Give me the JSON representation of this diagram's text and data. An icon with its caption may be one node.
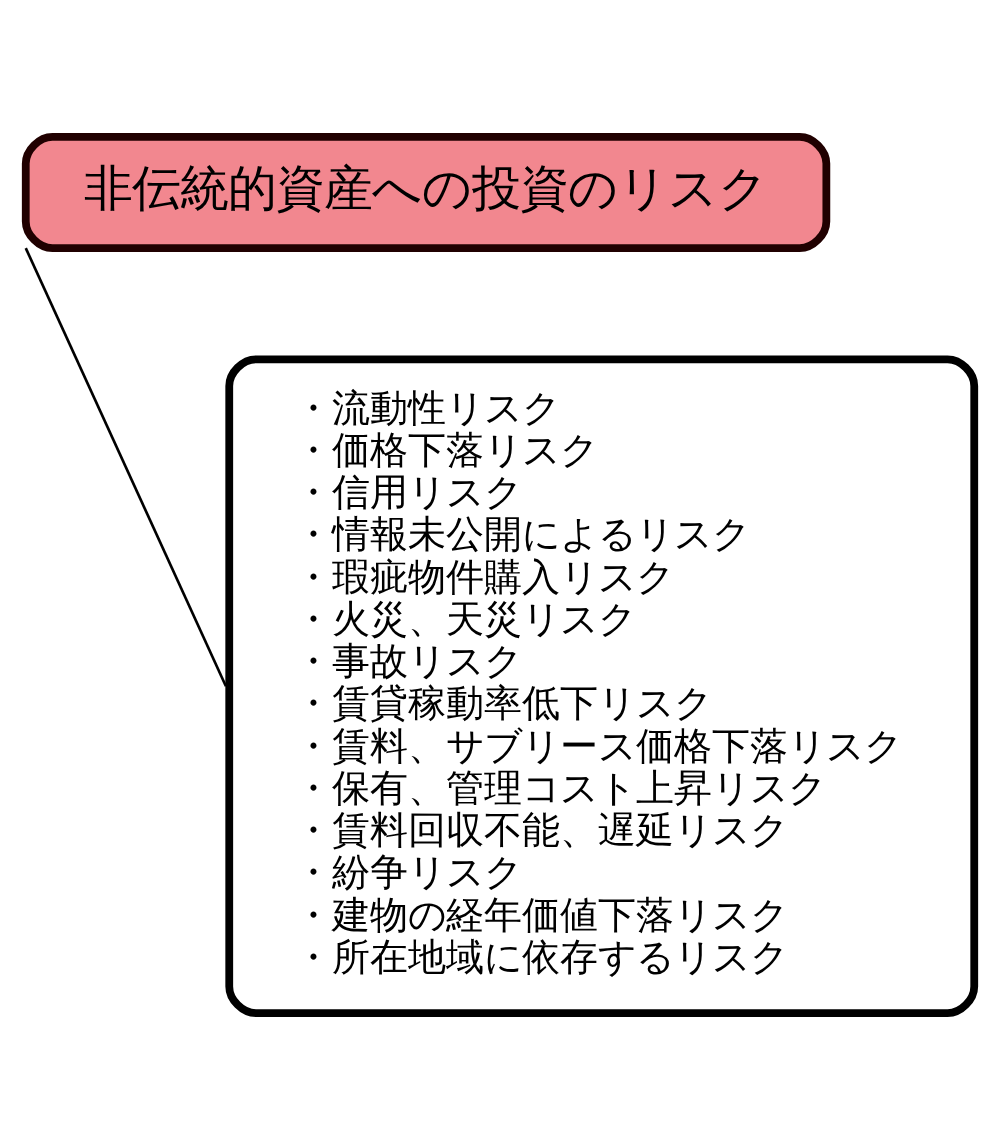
{
  "diagram": {
    "nodes": [
      {
        "text": [
          "非伝統的資産への投資のリスク"
        ]
      },
      {
        "text": [
          "・流動性リスク",
          "・価格下落リスク",
          "・信用リスク",
          "・情報未公開によるリスク",
          "・瑕疵物件購入リスク",
          "・火災、天災リスク",
          "・事故リスク",
          "・賃貸稼動率低下リスク",
          "・賃料、サブリース価格下落リスク",
          "・保有、管理コスト上昇リスク",
          "・賃料回収不能、遅延リスク",
          "・紛争リスク",
          "・建物の経年価値下落リスク",
          "・所在地域に依存するリスク"
        ]
      }
    ],
    "edges": [
      {
        "from": 0,
        "to": 1,
        "arrow": "none"
      }
    ]
  }
}
